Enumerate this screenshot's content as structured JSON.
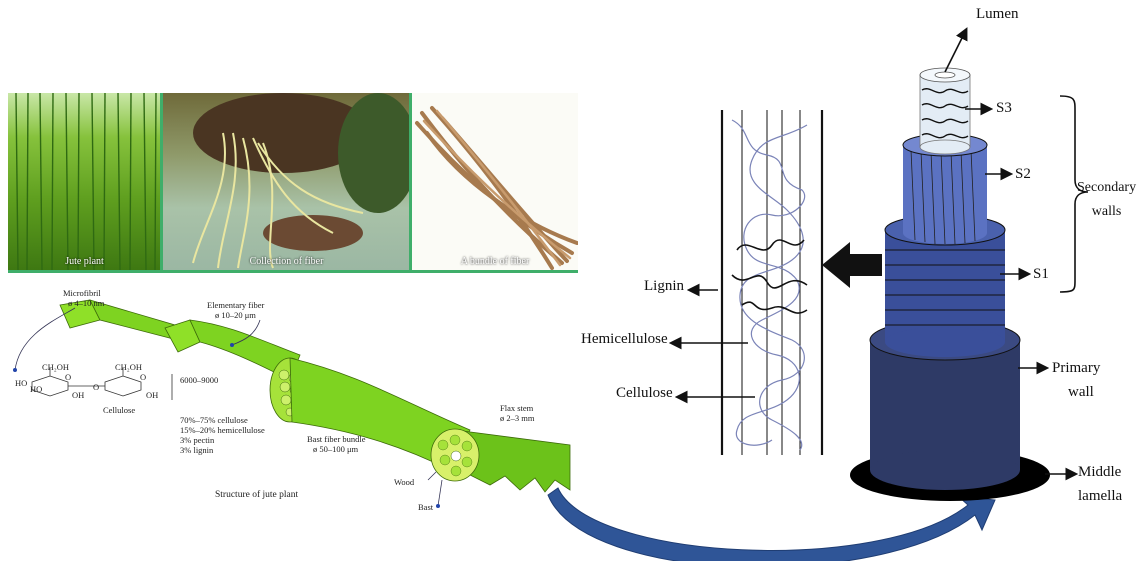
{
  "photos": {
    "jute_plant": "Jute plant",
    "collection": "Collection of fiber",
    "bundle": "A bundle of fiber"
  },
  "jute_structure": {
    "microfibril": "Microfibril",
    "microfibril_size": "ø 4–10 nm",
    "elementary_fiber": "Elementary fiber",
    "elementary_fiber_size": "ø 10–20 μm",
    "cellulose_formula": {
      "ch2oh_1": "CH₂OH",
      "ch2oh_2": "CH₂OH",
      "ho_left": "HO",
      "ho_ring": "HO",
      "o_1": "O",
      "o_2": "O",
      "o_3": "O",
      "oh_1": "OH",
      "oh_2": "OH",
      "cellulose": "Cellulose",
      "dp": "6000–9000"
    },
    "composition": [
      "70%–75% cellulose",
      "15%–20% hemicellulose",
      "3% pectin",
      "3% lignin"
    ],
    "bast_bundle": "Bast fiber bundle",
    "bast_bundle_size": "ø 50–100 μm",
    "flax_stem": "Flax stem",
    "flax_stem_size": "ø 2–3 mm",
    "wood": "Wood",
    "bast": "Bast",
    "caption": "Structure of jute plant"
  },
  "cell_wall": {
    "lumen": "Lumen",
    "s3": "S3",
    "s2": "S2",
    "s1": "S1",
    "secondary_walls_1": "Secondary",
    "secondary_walls_2": "walls",
    "primary_wall_1": "Primary",
    "primary_wall_2": "wall",
    "middle_lamella_1": "Middle",
    "middle_lamella_2": "lamella",
    "lignin": "Lignin",
    "hemicellulose": "Hemicellulose",
    "cellulose": "Cellulose"
  },
  "colors": {
    "fiber_green": "#7ed321",
    "frame_green": "#3fae6a",
    "primary_wall": "#2e3a66",
    "s1": "#3a4f9a",
    "s2": "#5b72c2",
    "s3": "#d8e4f0",
    "big_arrow": "#2f5597"
  }
}
